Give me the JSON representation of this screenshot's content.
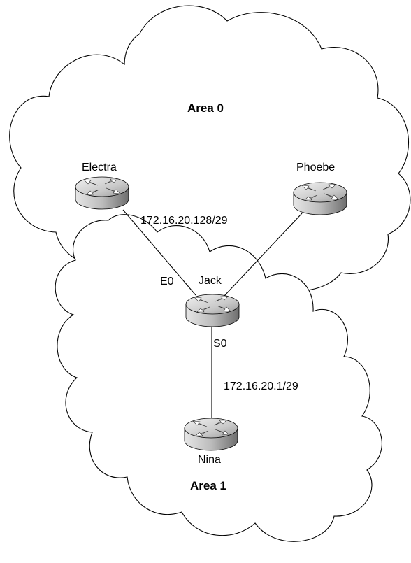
{
  "areas": {
    "area0": "Area 0",
    "area1": "Area 1"
  },
  "routers": {
    "electra": "Electra",
    "phoebe": "Phoebe",
    "jack": "Jack",
    "nina": "Nina"
  },
  "interfaces": {
    "e0": "E0",
    "s0": "S0"
  },
  "subnets": {
    "ethernet": "172.16.20.128/29",
    "serial": "172.16.20.1/29"
  },
  "colors": {
    "router_body_light": "#d6d6d6",
    "router_body_dark": "#8c8c8c",
    "outline": "#000000"
  }
}
